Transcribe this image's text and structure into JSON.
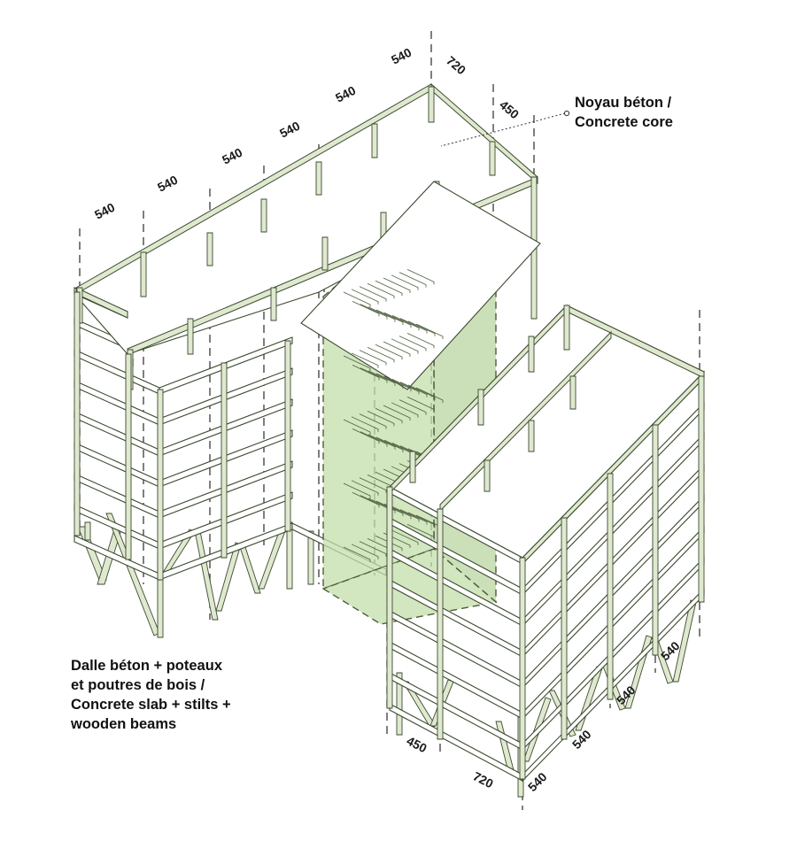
{
  "annotations": {
    "core_label": [
      "Noyau béton /",
      "Concrete core"
    ],
    "structure_label": [
      "Dalle béton + poteaux",
      "et poutres de bois /",
      "Concrete slab + stilts +",
      "wooden beams"
    ]
  },
  "dimensions": {
    "left_wing_top": [
      "540",
      "540",
      "540",
      "540",
      "540",
      "540"
    ],
    "left_wing_end": [
      "720",
      "450"
    ],
    "right_wing_bottom": [
      "450",
      "720"
    ],
    "right_wing_side": [
      "540",
      "540",
      "540",
      "540"
    ]
  },
  "colors": {
    "timber": "#dfe9cf",
    "core": "#c3ddab",
    "line": "#3c4a30"
  },
  "building": {
    "floors_left_wing": 9,
    "floors_right_wing": 9,
    "core_levels": 9
  }
}
